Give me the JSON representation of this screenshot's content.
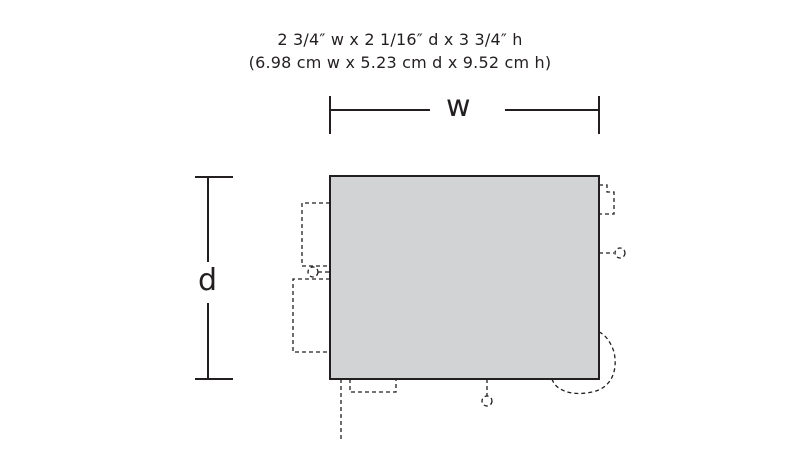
{
  "dimensions": {
    "imperial": "2 3/4″ w x 2 1/16″ d x 3 3/4″ h",
    "metric": "(6.98 cm w x 5.23 cm d x 9.52 cm h)"
  },
  "labels": {
    "width": "w",
    "depth": "d"
  },
  "colors": {
    "body_fill": "#d1d3d4",
    "outline": "#231f20"
  }
}
